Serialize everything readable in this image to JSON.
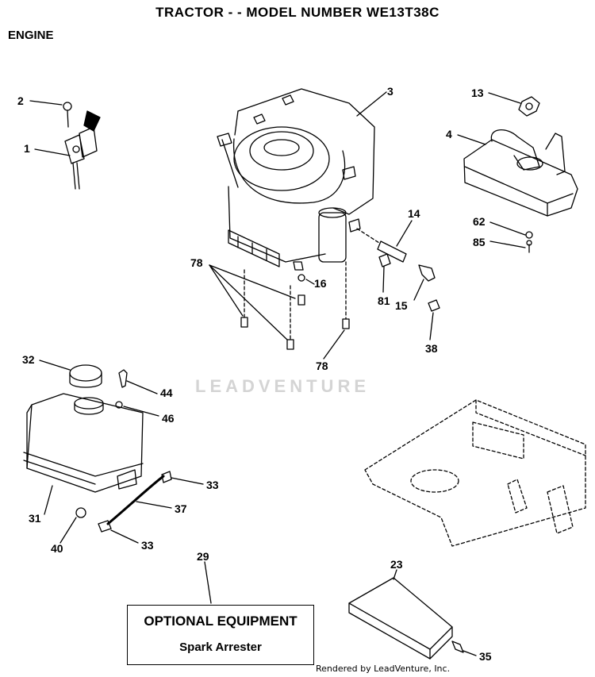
{
  "header": {
    "title": "TRACTOR - - MODEL NUMBER WE13T38C",
    "section": "ENGINE"
  },
  "watermark": "LEADVENTURE",
  "footer": "Rendered by LeadVenture, Inc.",
  "optional_box": {
    "title": "OPTIONAL EQUIPMENT",
    "subtitle": "Spark Arrester"
  },
  "callouts": {
    "c1": "1",
    "c2": "2",
    "c3": "3",
    "c4": "4",
    "c13": "13",
    "c14": "14",
    "c15": "15",
    "c16": "16",
    "c78a": "78",
    "c78b": "78",
    "c81": "81",
    "c38": "38",
    "c62": "62",
    "c85": "85",
    "c32": "32",
    "c44": "44",
    "c46": "46",
    "c31": "31",
    "c33a": "33",
    "c37": "37",
    "c40": "40",
    "c33b": "33",
    "c29": "29",
    "c23": "23",
    "c35": "35"
  }
}
